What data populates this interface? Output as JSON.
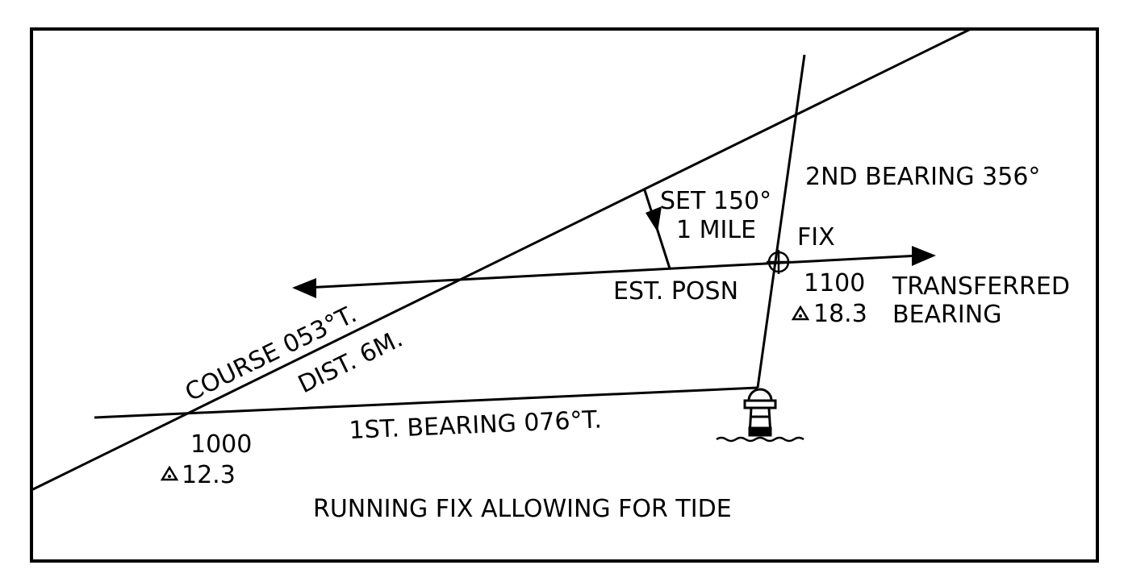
{
  "labels": {
    "second_bearing": "2ND BEARING 356°",
    "set": "SET 150°",
    "mile": "1 MILE",
    "fix": "FIX",
    "est_posn": "EST. POSN",
    "time_1100": "1100",
    "log_1100": "18.3",
    "transferred": "TRANSFERRED",
    "bearing": "BEARING",
    "course": "COURSE 053°T.",
    "dist": "DIST. 6M.",
    "first_bearing": "1ST. BEARING 076°T.",
    "time_1000": "1000",
    "log_1000": "12.3",
    "caption": "RUNNING FIX ALLOWING FOR TIDE"
  },
  "icons": {
    "log_marker": "triangle-icon",
    "lighthouse": "lighthouse-icon",
    "fix_marker": "circle-cross-icon"
  },
  "colors": {
    "ink": "#000000",
    "paper": "#ffffff"
  }
}
